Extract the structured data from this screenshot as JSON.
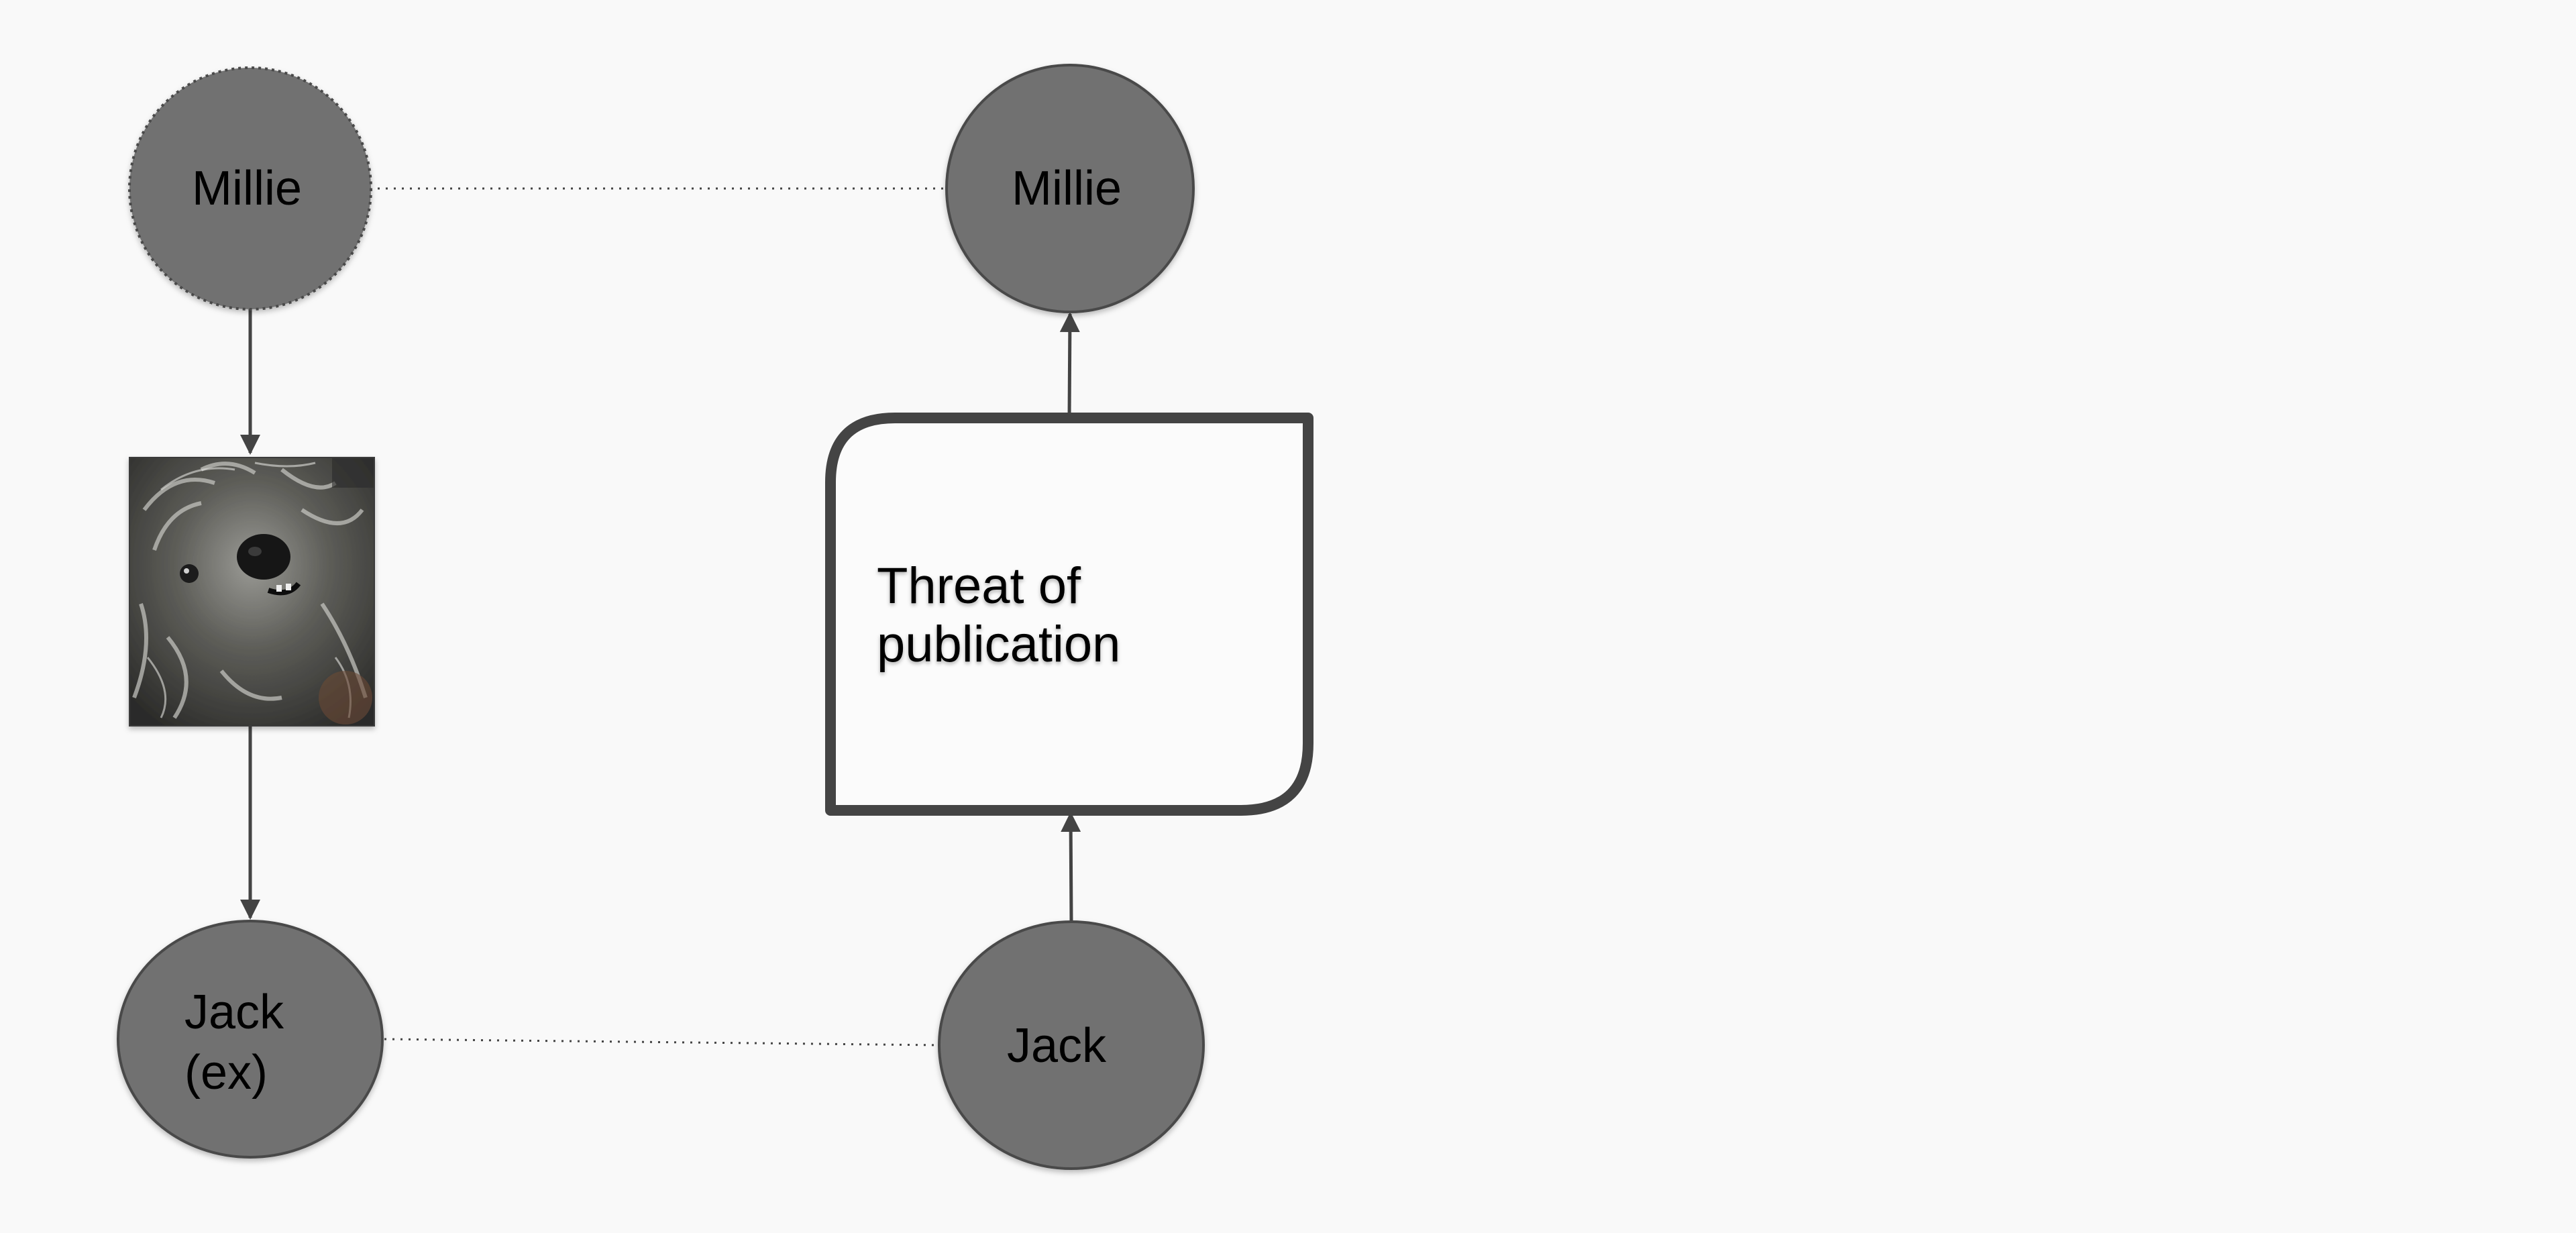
{
  "colors": {
    "background": "#f9f9f9",
    "node_fill": "#717171",
    "node_stroke": "#4a4a4a",
    "edge": "#444444",
    "box_stroke": "#444444",
    "box_fill": "#fbfbfb",
    "label": "#000000"
  },
  "nodes": {
    "millie_left": {
      "label": "Millie",
      "border": "dotted"
    },
    "millie_right": {
      "label": "Millie",
      "border": "solid"
    },
    "jack_left": {
      "line1": "Jack",
      "line2": "(ex)"
    },
    "jack_right": {
      "label": "Jack"
    }
  },
  "photo": {
    "icon": "dog-photo-icon"
  },
  "box": {
    "line1": "Threat of",
    "line2": "publication"
  },
  "edges": [
    {
      "from": "millie_left",
      "to": "photo",
      "style": "solid-arrow"
    },
    {
      "from": "photo",
      "to": "jack_left",
      "style": "solid-arrow"
    },
    {
      "from": "jack_right",
      "to": "box",
      "style": "solid-arrow"
    },
    {
      "from": "box",
      "to": "millie_right",
      "style": "solid-arrow"
    },
    {
      "from": "millie_left",
      "to": "millie_right",
      "style": "dotted"
    },
    {
      "from": "jack_left",
      "to": "jack_right",
      "style": "dotted"
    }
  ]
}
